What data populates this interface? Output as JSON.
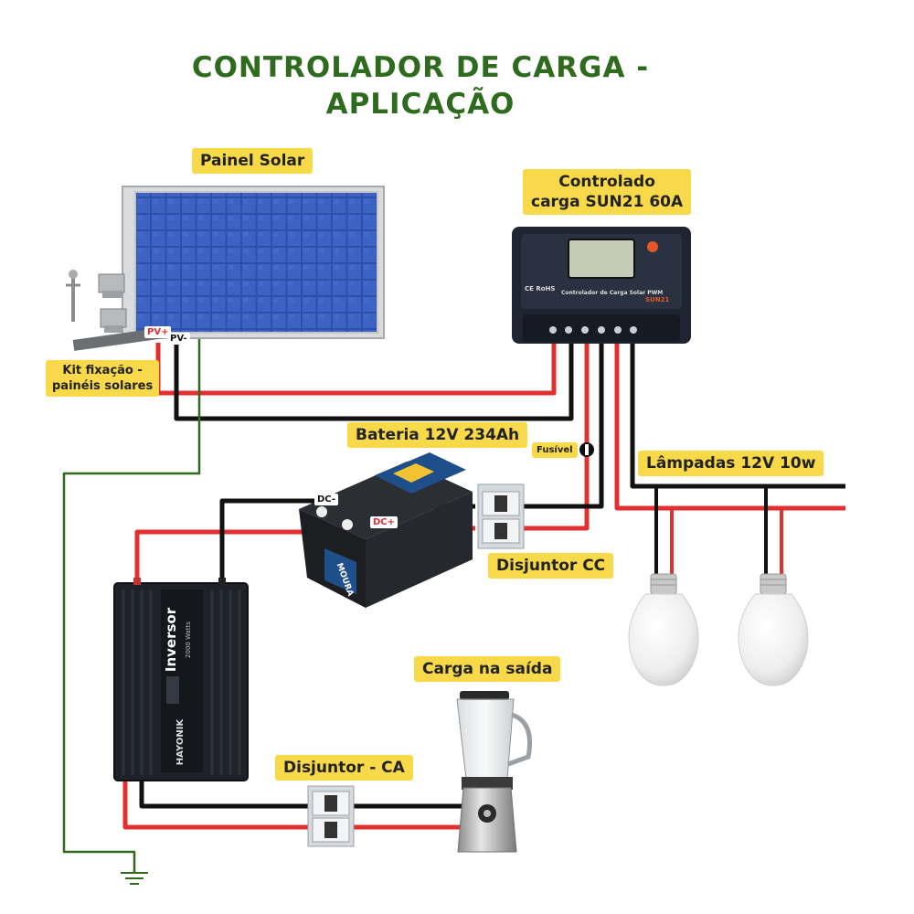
{
  "title": {
    "line1": "CONTROLADOR DE CARGA -",
    "line2": "APLICAÇÃO"
  },
  "labels": {
    "solar_panel": "Painel Solar",
    "controller_line1": "Controlado",
    "controller_line2": "carga SUN21 60A",
    "mount_kit_line1": "Kit fixação -",
    "mount_kit_line2": "painéis solares",
    "battery": "Bateria 12V 234Ah",
    "fuse": "Fusível",
    "lamps": "Lâmpadas 12V 10w",
    "dc_breaker": "Disjuntor CC",
    "output_load": "Carga na saída",
    "ac_breaker": "Disjuntor - CA"
  },
  "terminals": {
    "pv_plus": "PV+",
    "pv_minus": "PV-",
    "dc_minus": "DC-",
    "dc_plus": "DC+"
  },
  "controller": {
    "marks": "CE RoHS",
    "model_text": "Controlador de Carga Solar PWM",
    "brand": "SUN21"
  },
  "inverter": {
    "name": "Inversor",
    "power": "2000 Watts",
    "brand": "HAYONIK"
  },
  "battery": {
    "brand": "MOURA"
  },
  "colors": {
    "title": "#2e6b1f",
    "tag_bg": "#f7d94a",
    "wire_positive": "#e03030",
    "wire_negative": "#111111",
    "wire_ground": "#2e6b1f"
  }
}
